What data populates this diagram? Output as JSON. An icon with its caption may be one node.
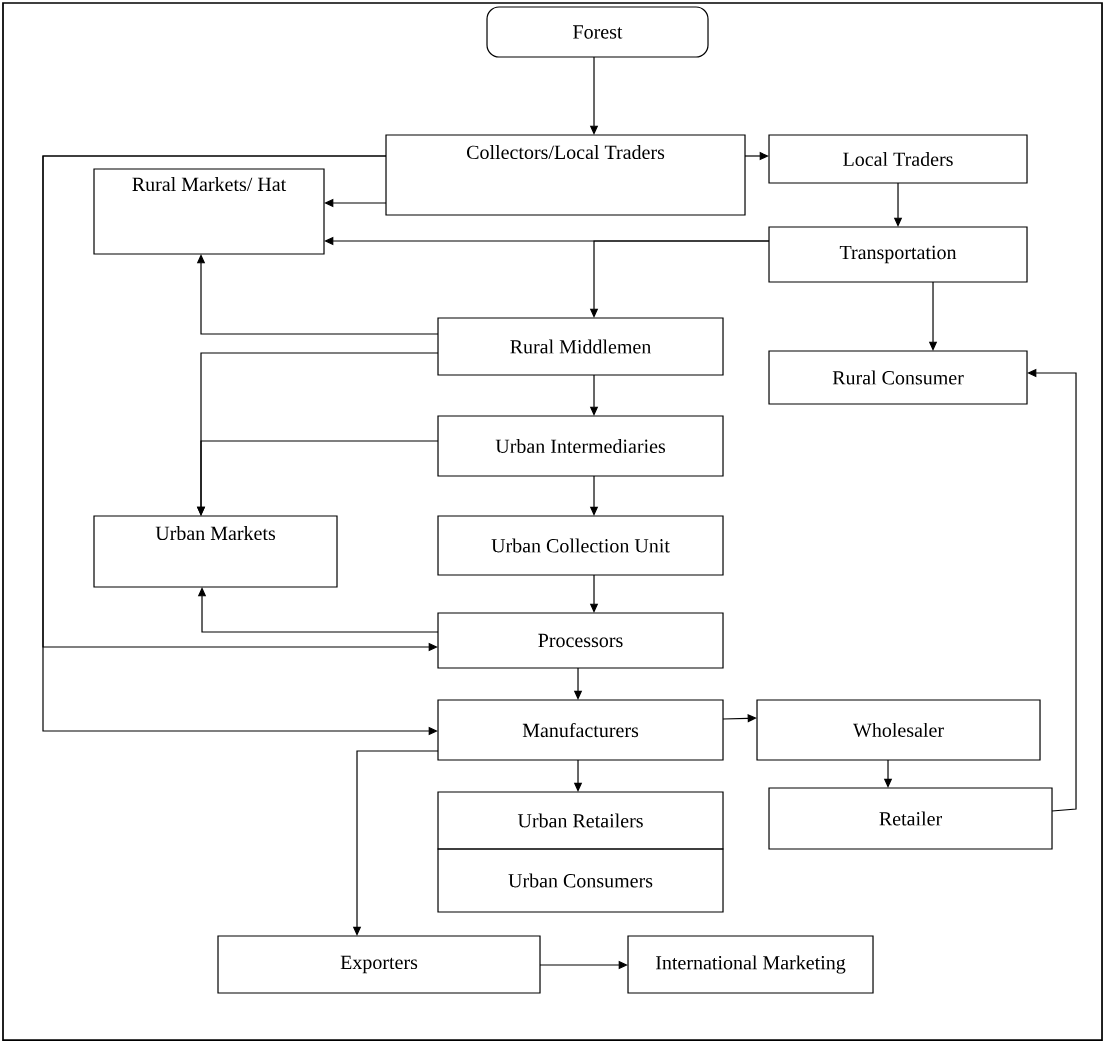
{
  "diagram": {
    "nodes": [
      {
        "text": [
          "Forest"
        ]
      },
      {
        "text": [
          "Collectors/Local Traders"
        ]
      },
      {
        "text": [
          "Local Traders"
        ]
      },
      {
        "text": [
          "Rural Markets/ Hat"
        ]
      },
      {
        "text": [
          "Transportation"
        ]
      },
      {
        "text": [
          "Rural Middlemen"
        ]
      },
      {
        "text": [
          "Rural Consumer"
        ]
      },
      {
        "text": [
          "Urban Intermediaries"
        ]
      },
      {
        "text": [
          "Urban Markets"
        ]
      },
      {
        "text": [
          "Urban Collection Unit"
        ]
      },
      {
        "text": [
          "Processors"
        ]
      },
      {
        "text": [
          "Manufacturers"
        ]
      },
      {
        "text": [
          "Wholesaler"
        ]
      },
      {
        "text": [
          "Urban Retailers"
        ]
      },
      {
        "text": [
          "Urban Consumers"
        ]
      },
      {
        "text": [
          "Retailer"
        ]
      },
      {
        "text": [
          "Exporters"
        ]
      },
      {
        "text": [
          "International Marketing"
        ]
      }
    ],
    "edges": [
      {
        "from": 0,
        "to": 1,
        "arrow": "to"
      },
      {
        "from": 1,
        "to": 2,
        "arrow": "to"
      },
      {
        "from": 1,
        "to": 3,
        "arrow": "to"
      },
      {
        "from": 1,
        "to": 10,
        "arrow": "to"
      },
      {
        "from": 1,
        "to": 11,
        "arrow": "to"
      },
      {
        "from": 2,
        "to": 4,
        "arrow": "to"
      },
      {
        "from": 4,
        "to": 3,
        "arrow": "to"
      },
      {
        "from": 4,
        "to": 5,
        "arrow": "to"
      },
      {
        "from": 4,
        "to": 6,
        "arrow": "to"
      },
      {
        "from": 5,
        "to": 3,
        "arrow": "to"
      },
      {
        "from": 5,
        "to": 8,
        "arrow": "to"
      },
      {
        "from": 5,
        "to": 7,
        "arrow": "to"
      },
      {
        "from": 7,
        "to": 8,
        "arrow": "to"
      },
      {
        "from": 7,
        "to": 9,
        "arrow": "to"
      },
      {
        "from": 9,
        "to": 10,
        "arrow": "to"
      },
      {
        "from": 10,
        "to": 8,
        "arrow": "to"
      },
      {
        "from": 10,
        "to": 11,
        "arrow": "to"
      },
      {
        "from": 11,
        "to": 12,
        "arrow": "to"
      },
      {
        "from": 11,
        "to": 13,
        "arrow": "to"
      },
      {
        "from": 11,
        "to": 16,
        "arrow": "to"
      },
      {
        "from": 12,
        "to": 15,
        "arrow": "to"
      },
      {
        "from": 15,
        "to": 6,
        "arrow": "to"
      },
      {
        "from": 16,
        "to": 17,
        "arrow": "to"
      }
    ]
  }
}
